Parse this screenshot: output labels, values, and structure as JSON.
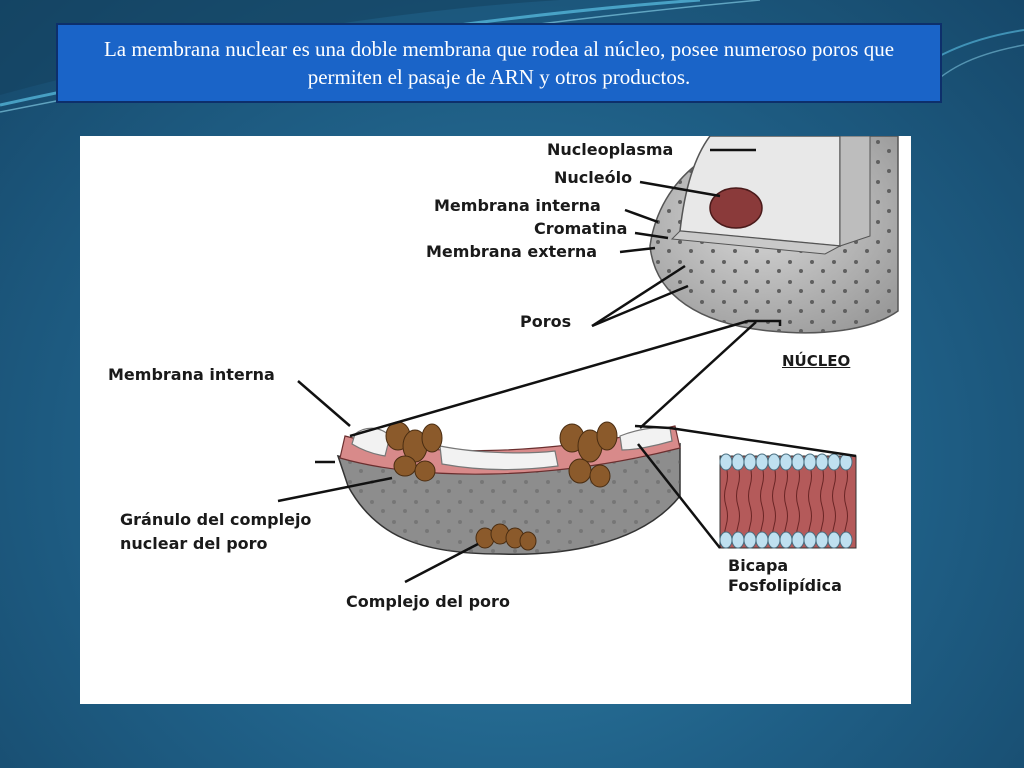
{
  "slide": {
    "caption": "La membrana nuclear es una doble membrana que rodea al núcleo, posee numeroso poros que permiten el pasaje de ARN y otros productos."
  },
  "diagram": {
    "labels": {
      "nucleoplasma": "Nucleoplasma",
      "nucleolo": "Nucleólo",
      "membrana_interna_top": "Membrana interna",
      "cromatina": "Cromatina",
      "membrana_externa": "Membrana externa",
      "poros": "Poros",
      "nucleo": "NÚCLEO",
      "membrana_interna_left": "Membrana interna",
      "granulo": "Gránulo del complejo\nnuclear del poro",
      "bicapa": "Bicapa\nFosfolipídica",
      "complejo": "Complejo del poro"
    },
    "colors": {
      "caption_bg": "#1a64c8",
      "nucleolus": "#8a3a3a",
      "membrane_pink": "#d88a8a",
      "pore_brown": "#8b5a2b",
      "lipid_head": "#bfe0f0"
    }
  }
}
